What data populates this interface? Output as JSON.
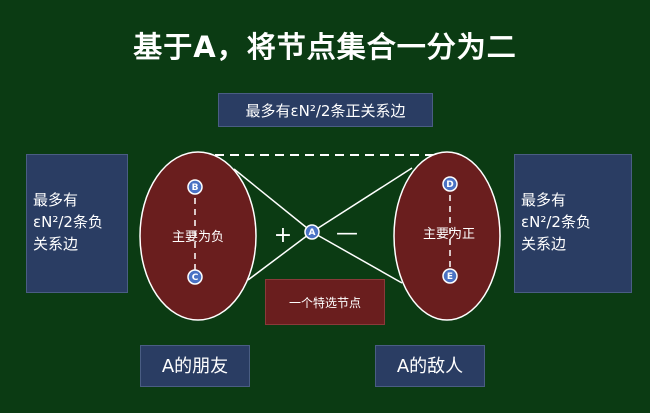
{
  "title": "基于A，将节点集合一分为二",
  "top_box": "最多有εN²/2条正关系边",
  "left_box": {
    "lines": [
      "最多有",
      "εN²/2条负",
      "关系边"
    ]
  },
  "right_box": {
    "lines": [
      "最多有",
      "εN²/2条负",
      "关系边"
    ]
  },
  "left_ellipse_label": "主要为负",
  "right_ellipse_label": "主要为正",
  "special_node_box": "一个特选节点",
  "plus_sign": "+",
  "minus_sign": "—",
  "nodes": {
    "a": "A",
    "b": "B",
    "c": "C",
    "d": "D",
    "e": "E"
  },
  "friends_label": "A的朋友",
  "enemies_label": "A的敌人",
  "colors": {
    "background": "#0b3b13",
    "box_blue": "#2a3d63",
    "ellipse_red": "#6a1e1e",
    "node_blue": "#4a72c4"
  }
}
